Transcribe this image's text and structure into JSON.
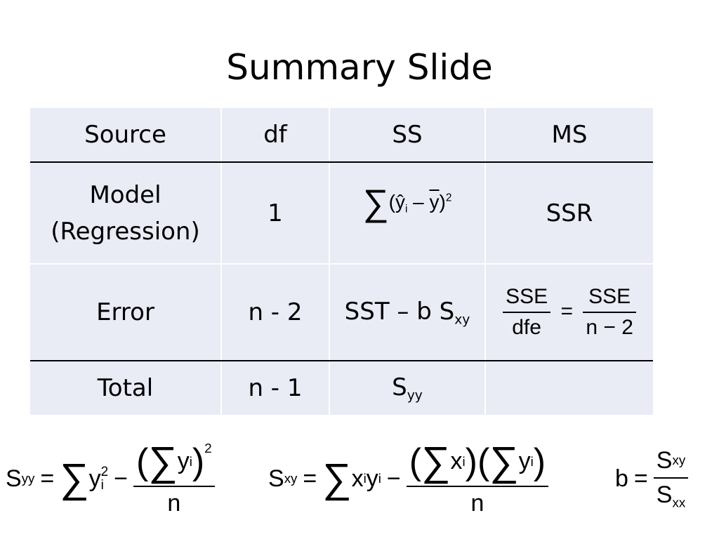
{
  "title": "Summary Slide",
  "table": {
    "headers": [
      "Source",
      "df",
      "SS",
      "MS"
    ],
    "rows": {
      "model": {
        "source_line1": "Model",
        "source_line2": "(Regression)",
        "df": "1",
        "ms": "SSR"
      },
      "error": {
        "source": "Error",
        "df": "n - 2",
        "ss_main": "SST – b S",
        "ss_sub": "xy",
        "ms_num1": "SSE",
        "ms_den1": "dfe",
        "ms_num2": "SSE",
        "ms_den2": "n − 2"
      },
      "total": {
        "source": "Total",
        "df": "n - 1",
        "ss_main": "S",
        "ss_sub": "yy",
        "ms": ""
      }
    },
    "model_ss": {
      "sum": "∑",
      "open": "(",
      "yhat": "ŷ",
      "i": "i",
      "minus": " – ",
      "ybar": "y",
      "close": ")",
      "exp": "2"
    }
  },
  "formulas": {
    "syy": {
      "lhs": "S",
      "lhs_sub": "yy",
      "eq": "=",
      "sum": "∑",
      "y": "y",
      "y_sub": "i",
      "y_sup": "2",
      "minus": "−",
      "num_open": "(",
      "num_y": "y",
      "num_sub": "i",
      "num_close": ")",
      "num_exp": "2",
      "den": "n"
    },
    "sxy": {
      "lhs": "S",
      "lhs_sub": "xy",
      "eq": "=",
      "sum": "∑",
      "x": "x",
      "x_sub": "i",
      "y": "y",
      "y_sub": "i",
      "minus": "−",
      "num_x": "x",
      "num_x_sub": "i",
      "num_y": "y",
      "num_y_sub": "i",
      "den": "n"
    },
    "b": {
      "lhs": "b",
      "eq": "=",
      "num": "S",
      "num_sub": "xy",
      "den": "S",
      "den_sub": "xx"
    }
  }
}
